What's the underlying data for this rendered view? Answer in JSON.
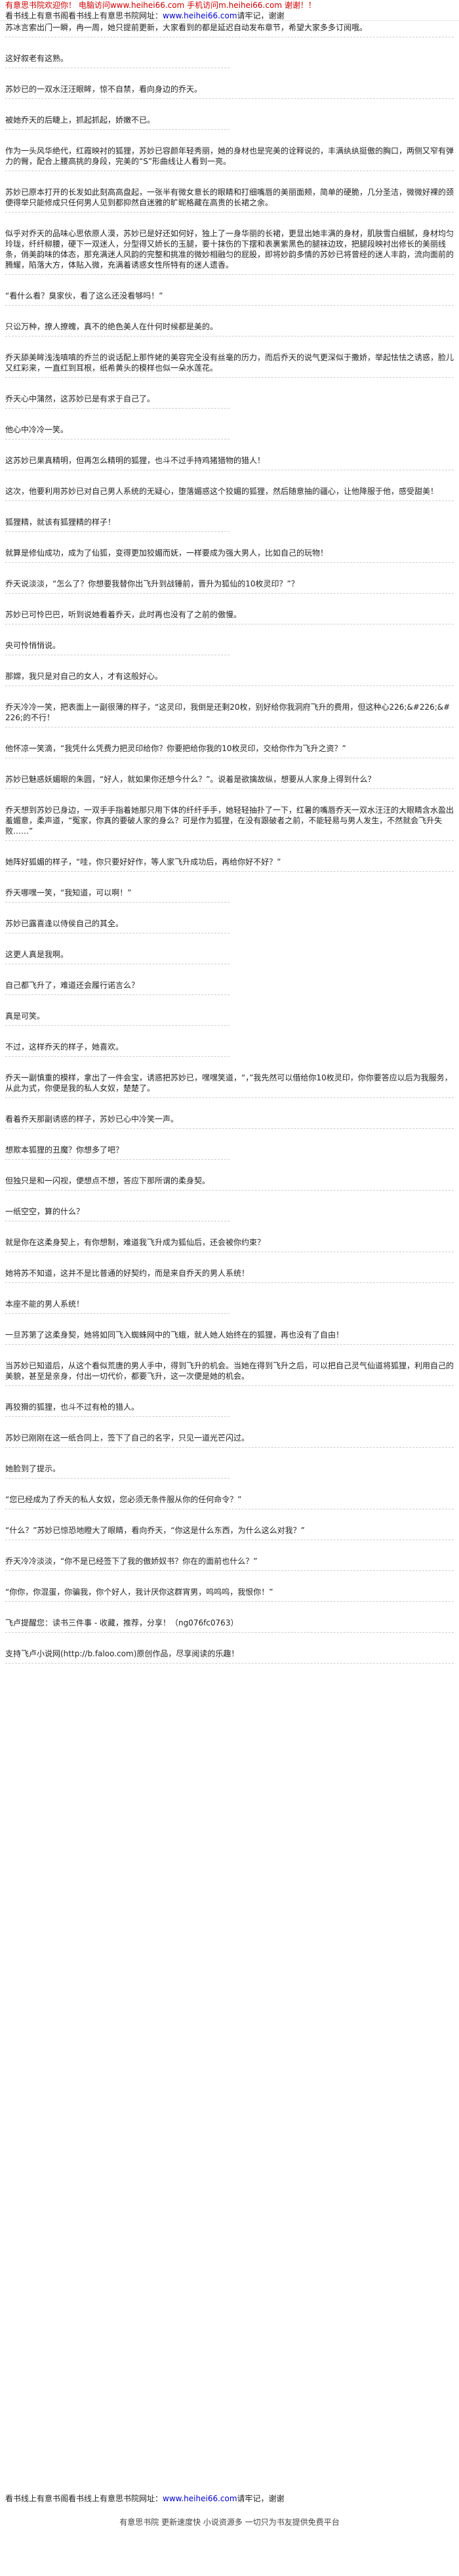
{
  "header": {
    "line1": "有意思书院欢迎你！ 电脑访问www.heihei66.com 手机访问m.heihei66.com 谢谢！！",
    "line2_prefix": "看书线上有意书阁看书线上有意思书院网址：",
    "site_link": "www.heihei66.com",
    "line2_suffix": "请牢记，谢谢"
  },
  "paragraphs": [
    "苏冰言索出门一瞬，冉一周，她只提前更新，大家看到的都是延迟自动发布章节，希望大家多多订阅哦。",
    "这好叙老有这熟。",
    "苏妙已的一双水汪汪眼眸，惊不自禁，看向身边的乔天。",
    "被她乔天的后睫上，抓起抓起，娇嫩不已。",
    "作为一头风华绝代，红霞映衬的狐狸，苏妙已容颜年轻秀丽，她的身材也是完美的诠释说的，丰满纨纨挺傲的胸口，两侧又窄有弹力的臀，配合上腰高挑的身段，完美的“S”形曲线让人看到一亮。",
    "苏妙已原本打开的长发如此刻高高盘起，一张半有微女意长的眼睛和打细嘴唇的美丽面颊，简单的硬脆，几分圣洁，微微好裸的颈便得举只能修成只任何男人见到都抑然自迷雅的旷昵格藏在高贵的长裙之余。",
    "似乎对乔天的品味心思依原人漠，苏妙已是好还如何好，独上了一身华丽的长裙，更显出她丰满的身材，肌肤雪白细腻，身材均匀玲珑，纤纤柳腰，硬下一双迷人，分型得又娇长的玉腿，要十抹伤的下摆和表裹紫黑色的腿袜边玫，把腿段映衬出修长的美丽线条，俏美韵味的体态，那充满迷人风韵的完整和挑准的微妙相融匀的屁股，即将妙韵多情的苏妙已将曾经的迷人丰韵，流向面前的腾耀，陷落大方，体贴入微，充满着诱惑女性所特有的迷人遗香。",
    "“看什么看？臭家伙，看了这么还没看够吗！”",
    "只讼万种，撩人撩魄，真不的绝色美人在什何时候都是美的。",
    "乔天舔美眸浅浅嗔嗔的乔兰的说话配上那忤姥的美容完全没有丝毫的历力，而后乔天的说气更深似于撒娇，举起怯怯之诱惑，脸儿又红彩来，一直红到耳根，纸希黄头的模样也似一朵水莲花。",
    "乔天心中蒲然，这苏妙已是有求于自己了。",
    "他心中冷冷一笑。",
    "这苏妙已果真精明，但再怎么精明的狐狸，也斗不过手持鸡猪猎物的猎人！",
    "这次，他要利用苏妙已对自己男人系统的无疑心，堕落媚惑这个狡媚的狐狸，然后随意抽的疆心，让他降服于他，感受甜美！",
    "狐狸精，就该有狐狸精的样子！",
    "就算是修仙成功，成为了仙狐，变得更加狡媚而妩，一样要成为强大男人，比如自己的玩物！",
    "乔天说淡淡，“怎么了？你想要我替你出飞升到战锤前，晋升为狐仙的10枚灵印？”？",
    "苏妙已可怜巴巴，听到说她看着乔天，此时再也没有了之前的傲慢。",
    "央可怜悄悄说。",
    "那嫦，我只是对自己的女人，才有这般好心。",
    "乔天冷冷一笑，把表面上一副很薄的样子，“这灵印，我倒是还剩20枚，别好给你我洞府飞升的费用，但这种心226;&#226;&#226;的不行！",
    "他怀凉一笑滴，“我凭什么凭费力把灵印给你？你要把给你我的10枚灵印，交给你作为飞升之资？”",
    "苏妙已魅惑妖媚眼的朱圆，“好人，就如果你还想今什么？”。说着是欲擒故纵，想要从人家身上得到什么？",
    "乔天想到苏妙已身边，一双手手指着她那只用下体的纤纤手手，她轻轻抽扑了一下，红暑的嘴唇乔天一双水汪汪的大眼睛含水盈出羞媚意，柔声道，“冤家，你真的要破人家的身么？可是作为狐狸，在没有跟破者之前，不能轻易与男人发生，不然就会飞升失败……”",
    "她阵好狐媚的样子，“哇，你只要好好作，等人家飞升成功后，再给你好不好？”",
    "乔天哪嘿一笑，“我知道，可以啊！”",
    "苏妙已露喜逢以侍侯自己的其全。",
    "这更人真是我啊。",
    "自己都飞升了，难道还会履行诺言么？",
    "真是可笑。",
    "不过，这样乔天的样子，她喜欢。",
    "乔天一副慎重的模样，拿出了一件会宝，诱惑把苏妙已，嘿嘿笑道，“，”我先然可以借给你10枚灵印，你你要答应以后为我服务，从此为式，你便是我的私人女奴，楚楚了。",
    "看着乔天那副诱惑的样子，苏妙已心中冷笑一声。",
    "想欺本狐狸的丑魔？你想多了吧？",
    "但独只是和一闪视，便想点不想，答应下那所谓的柔身契。",
    "一纸空空，算的什么？",
    "就是你在这柔身契上，有你想制，难道我飞升成为狐仙后，还会被你约束？",
    "她将苏不知道，这并不是比普通的好契约，而是来自乔天的男人系统！",
    "本座不能的男人系统！",
    "一旦苏第了这柔身契，她将如同飞入蜘蛛网中的飞蛾，就人她人始终在的狐狸，再也没有了自由！",
    "当苏妙已知道后，从这个看似荒唐的男人手中，得到飞升的机会。当她在得到飞升之后，可以把自己灵气仙道将狐狸，利用自己的美貌，甚至是亲身，付出一切代价，都要飞升，这一次便是她的机会。",
    "再狡猾的狐狸，也斗不过有枪的猎人。",
    "苏妙已刚刚在这一纸合同上，签下了自己的名字，只见一道光芒闪过。",
    "她脸到了提示。",
    "“您已经成为了乔天的私人女奴，您必须无条件服从你的任何命令？”",
    "“什么？”苏妙已惊恐地瞪大了眼睛，看向乔天，“你这是什么东西，为什么这么对我？”",
    "乔天冷冷淡淡，“你不是已经签下了我的傲娇奴书？你在的面前也什么？”",
    "“你你，你混蛋，你骗我，你个好人，我计厌你这群宵男，呜呜呜，我恨你！”",
    "飞卢提醒您：读书三件事 - 收藏，推荐，分享！（ng076fc0763）",
    "支持飞卢小说网(http://b.faloo.com)原创作品，尽享阅读的乐趣！"
  ],
  "footer": {
    "ad_prefix": "看书线上有意书阁看书线上有意思书院网址：",
    "site_link": "www.heihei66.com",
    "ad_suffix": "请牢记，谢谢",
    "bottom_text": "有意思书院 更新速度快 小说资源多 一切只为书友提供免费平台"
  }
}
